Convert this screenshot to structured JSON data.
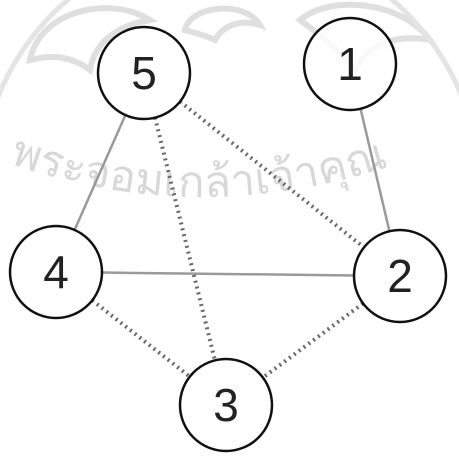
{
  "graph": {
    "nodes": [
      {
        "id": "5",
        "label": "5"
      },
      {
        "id": "1",
        "label": "1"
      },
      {
        "id": "4",
        "label": "4"
      },
      {
        "id": "2",
        "label": "2"
      },
      {
        "id": "3",
        "label": "3"
      }
    ],
    "edges": [
      {
        "from": "5",
        "to": "4",
        "style": "solid"
      },
      {
        "from": "1",
        "to": "2",
        "style": "solid"
      },
      {
        "from": "4",
        "to": "2",
        "style": "solid"
      },
      {
        "from": "5",
        "to": "3",
        "style": "dotted"
      },
      {
        "from": "5",
        "to": "2",
        "style": "dotted"
      },
      {
        "from": "4",
        "to": "3",
        "style": "dotted"
      },
      {
        "from": "2",
        "to": "3",
        "style": "dotted"
      }
    ]
  },
  "watermark": {
    "text": "พระจอมเกล้าเจ้าคุณ"
  },
  "colors": {
    "solid_edge": "#9a9a9a",
    "dotted_edge": "#6a6a6a",
    "node_stroke": "#111111",
    "node_fill": "#ffffff",
    "watermark": "#d4d4d4"
  }
}
